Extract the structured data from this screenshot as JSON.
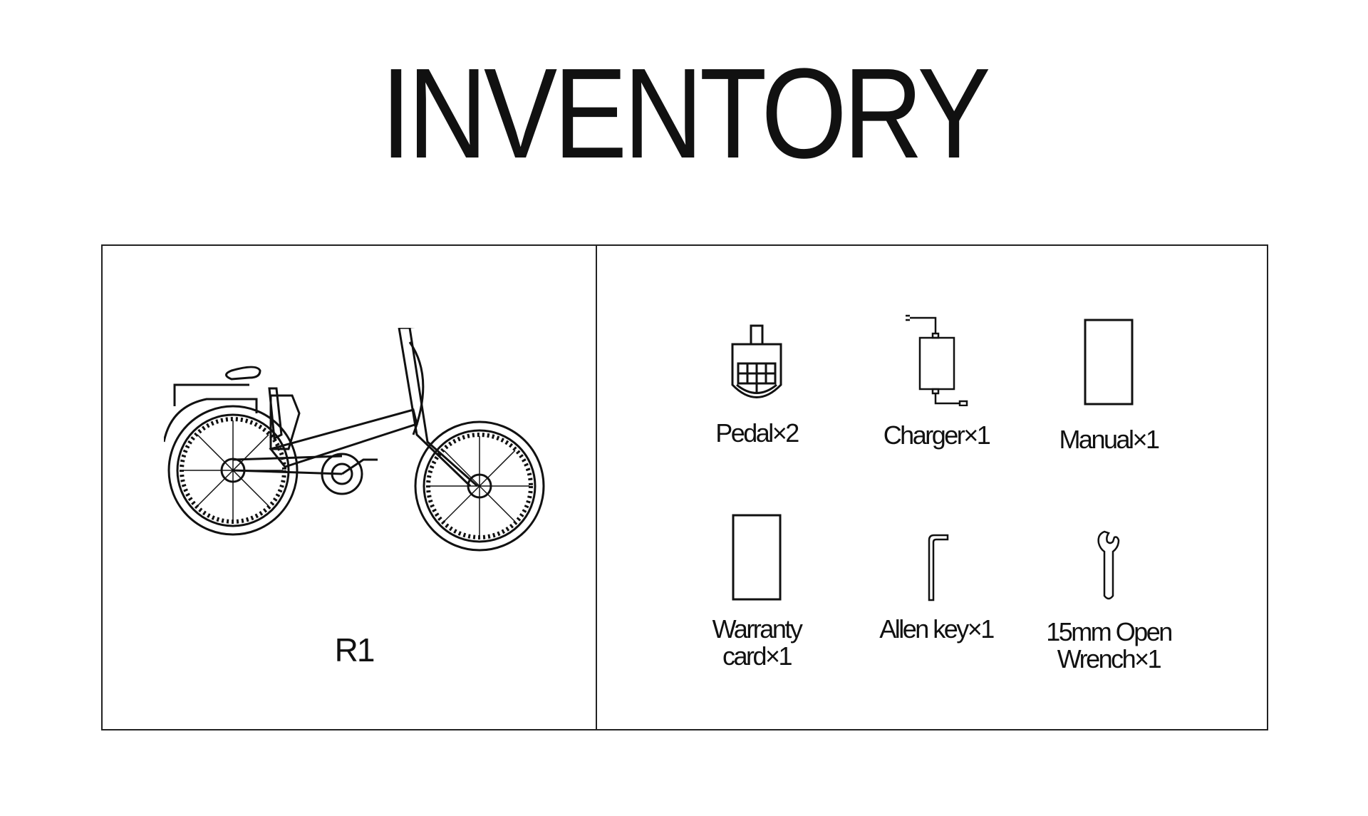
{
  "title": "INVENTORY",
  "model": {
    "label": "R1",
    "icon": "folding-ebike-illustration"
  },
  "items": [
    {
      "lines": [
        "Pedal×2"
      ],
      "icon": "pedal-icon"
    },
    {
      "lines": [
        "Charger×1"
      ],
      "icon": "charger-icon"
    },
    {
      "lines": [
        "Manual×1"
      ],
      "icon": "manual-icon"
    },
    {
      "lines": [
        "Warranty",
        "card×1"
      ],
      "icon": "warranty-card-icon"
    },
    {
      "lines": [
        "Allen key×1"
      ],
      "icon": "allen-key-icon"
    },
    {
      "lines": [
        "15mm Open",
        "Wrench×1"
      ],
      "icon": "wrench-icon"
    }
  ]
}
